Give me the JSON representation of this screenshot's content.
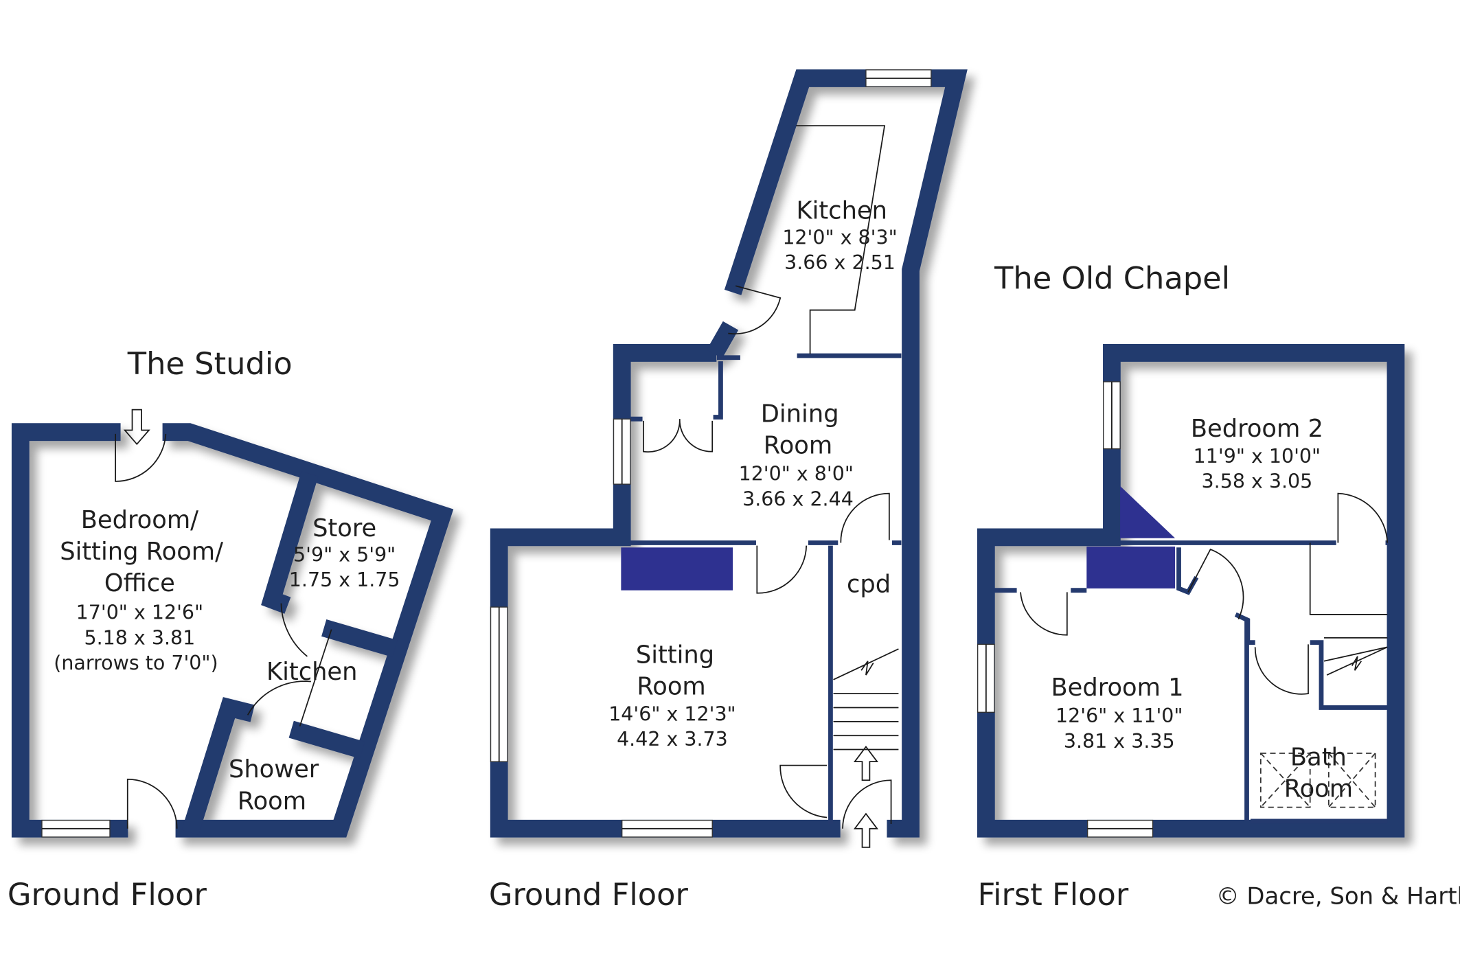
{
  "studio": {
    "title": "The Studio",
    "floor_label": "Ground Floor",
    "rooms": [
      {
        "name_lines": [
          "Bedroom/",
          "Sitting Room/",
          "Office"
        ],
        "imperial": "17'0\"  x  12'6\"",
        "metric": "5.18  x  3.81",
        "note": "(narrows to 7'0\")"
      },
      {
        "name_lines": [
          "Store"
        ],
        "imperial": "5'9\"  x  5'9\"",
        "metric": "1.75  x  1.75"
      },
      {
        "name_lines": [
          "Kitchen"
        ]
      },
      {
        "name_lines": [
          "Shower",
          "Room"
        ]
      }
    ]
  },
  "chapel": {
    "title": "The Old Chapel",
    "ground": {
      "floor_label": "Ground Floor",
      "rooms": [
        {
          "name_lines": [
            "Kitchen"
          ],
          "imperial": "12'0\"  x  8'3\"",
          "metric": "3.66  x  2.51"
        },
        {
          "name_lines": [
            "Dining",
            "Room"
          ],
          "imperial": "12'0\"  x  8'0\"",
          "metric": "3.66  x  2.44"
        },
        {
          "name_lines": [
            "cpd"
          ]
        },
        {
          "name_lines": [
            "Sitting",
            "Room"
          ],
          "imperial": "14'6\"  x  12'3\"",
          "metric": "4.42  x  3.73"
        }
      ]
    },
    "first": {
      "floor_label": "First Floor",
      "rooms": [
        {
          "name_lines": [
            "Bedroom 2"
          ],
          "imperial": "11'9\"  x  10'0\"",
          "metric": "3.58  x  3.05"
        },
        {
          "name_lines": [
            "Bedroom 1"
          ],
          "imperial": "12'6\"  x  11'0\"",
          "metric": "3.81  x  3.35"
        },
        {
          "name_lines": [
            "Bath",
            "Room"
          ]
        }
      ]
    }
  },
  "copyright": "© Dacre, Son & Hartley",
  "colors": {
    "wall": "#243a6e",
    "chimney": "#2e3190"
  }
}
